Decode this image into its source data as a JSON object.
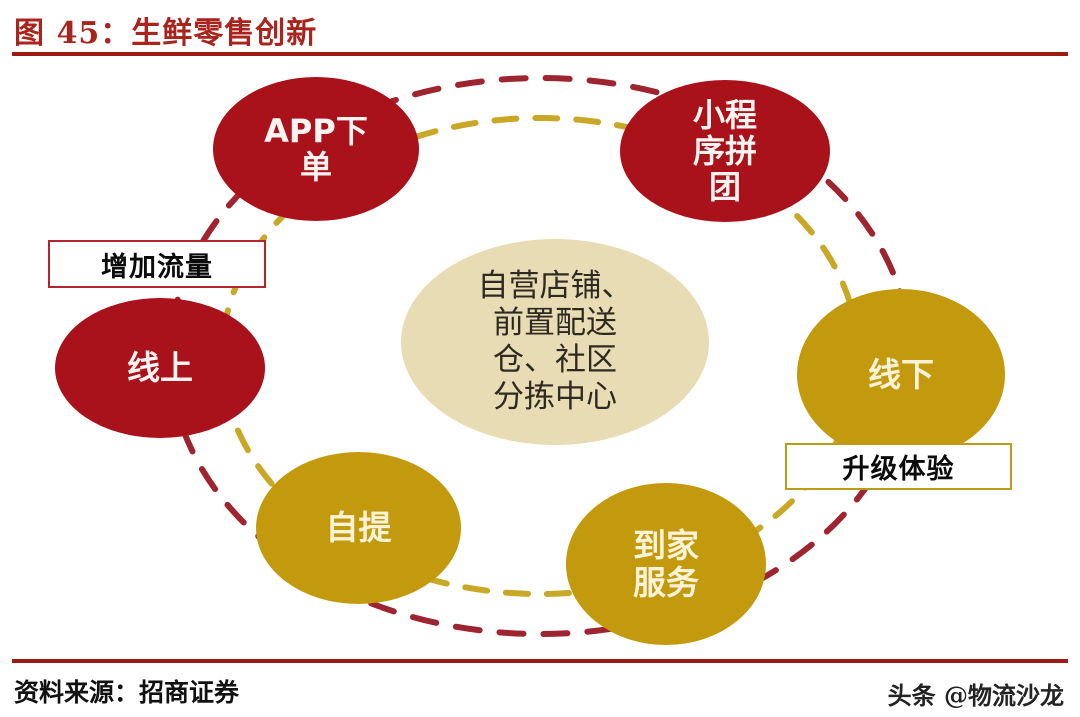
{
  "header": {
    "figure_title": "图 45：生鲜零售创新",
    "title_color": "#a8241d",
    "rule_color": "#9e1b15"
  },
  "footer": {
    "source": "资料来源：招商证券",
    "watermark": "头条 @物流沙龙"
  },
  "diagram": {
    "type": "cycle-diagram",
    "colors": {
      "red_node": "#a9121a",
      "gold_node": "#c39a0e",
      "center_node": "#e8dcb4",
      "red_arc": "#9e2430",
      "gold_arc": "#c9a727",
      "red_box_border": "#b3262b",
      "gold_box_border": "#bd9a1a"
    },
    "center": {
      "label": "自营店铺、\n前置配送\n仓、社区\n分拣中心",
      "fill": "#e8dcb4"
    },
    "nodes": [
      {
        "id": "app",
        "label": "APP下\n单",
        "fill": "#a9121a",
        "group": "online"
      },
      {
        "id": "mini",
        "label": "小程\n序拼\n团",
        "fill": "#a9121a",
        "group": "online"
      },
      {
        "id": "online",
        "label": "线上",
        "fill": "#a9121a",
        "group": "online"
      },
      {
        "id": "offline",
        "label": "线下",
        "fill": "#c39a0e",
        "group": "offline"
      },
      {
        "id": "pickup",
        "label": "自提",
        "fill": "#c39a0e",
        "group": "offline"
      },
      {
        "id": "delivery",
        "label": "到家\n服务",
        "fill": "#c39a0e",
        "group": "offline"
      }
    ],
    "callouts": [
      {
        "id": "traffic",
        "label": "增加流量",
        "border": "#b3262b"
      },
      {
        "id": "experience",
        "label": "升级体验",
        "border": "#bd9a1a"
      }
    ]
  }
}
